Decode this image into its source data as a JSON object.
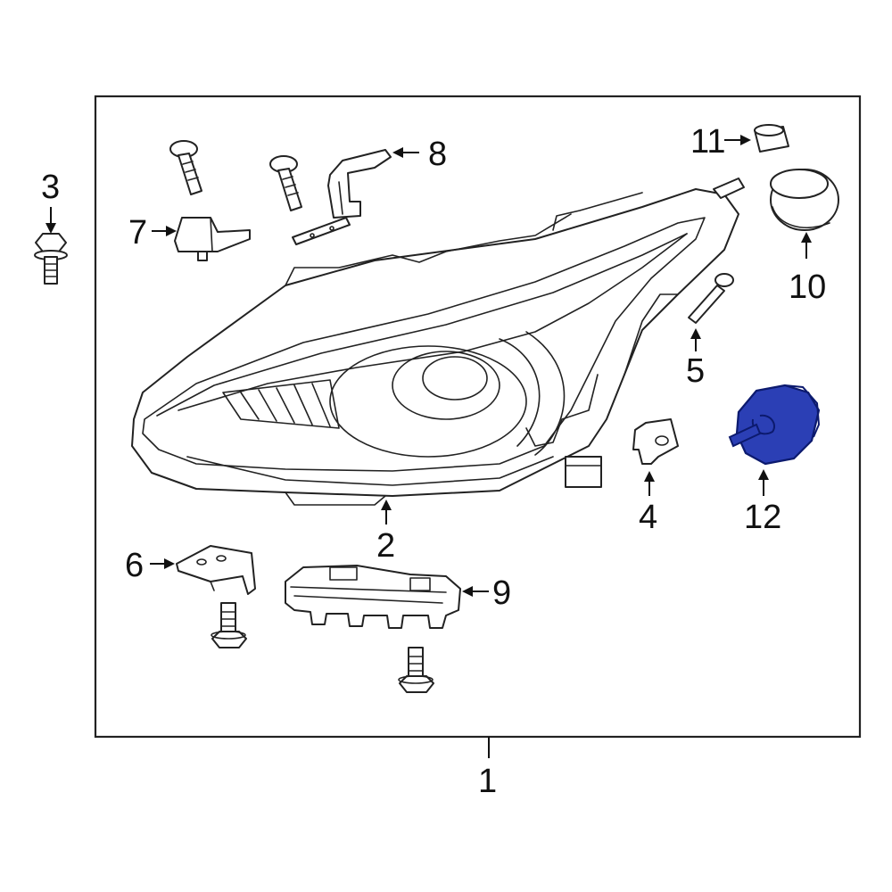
{
  "colors": {
    "highlight_fill": "#2b3fb5",
    "highlight_stroke": "#0c1a6e",
    "line": "#222222"
  },
  "callouts": {
    "p1": "1",
    "p2": "2",
    "p3": "3",
    "p4": "4",
    "p5": "5",
    "p6": "6",
    "p7": "7",
    "p8": "8",
    "p9": "9",
    "p10": "10",
    "p11": "11",
    "p12": "12"
  },
  "highlighted_part": "12"
}
